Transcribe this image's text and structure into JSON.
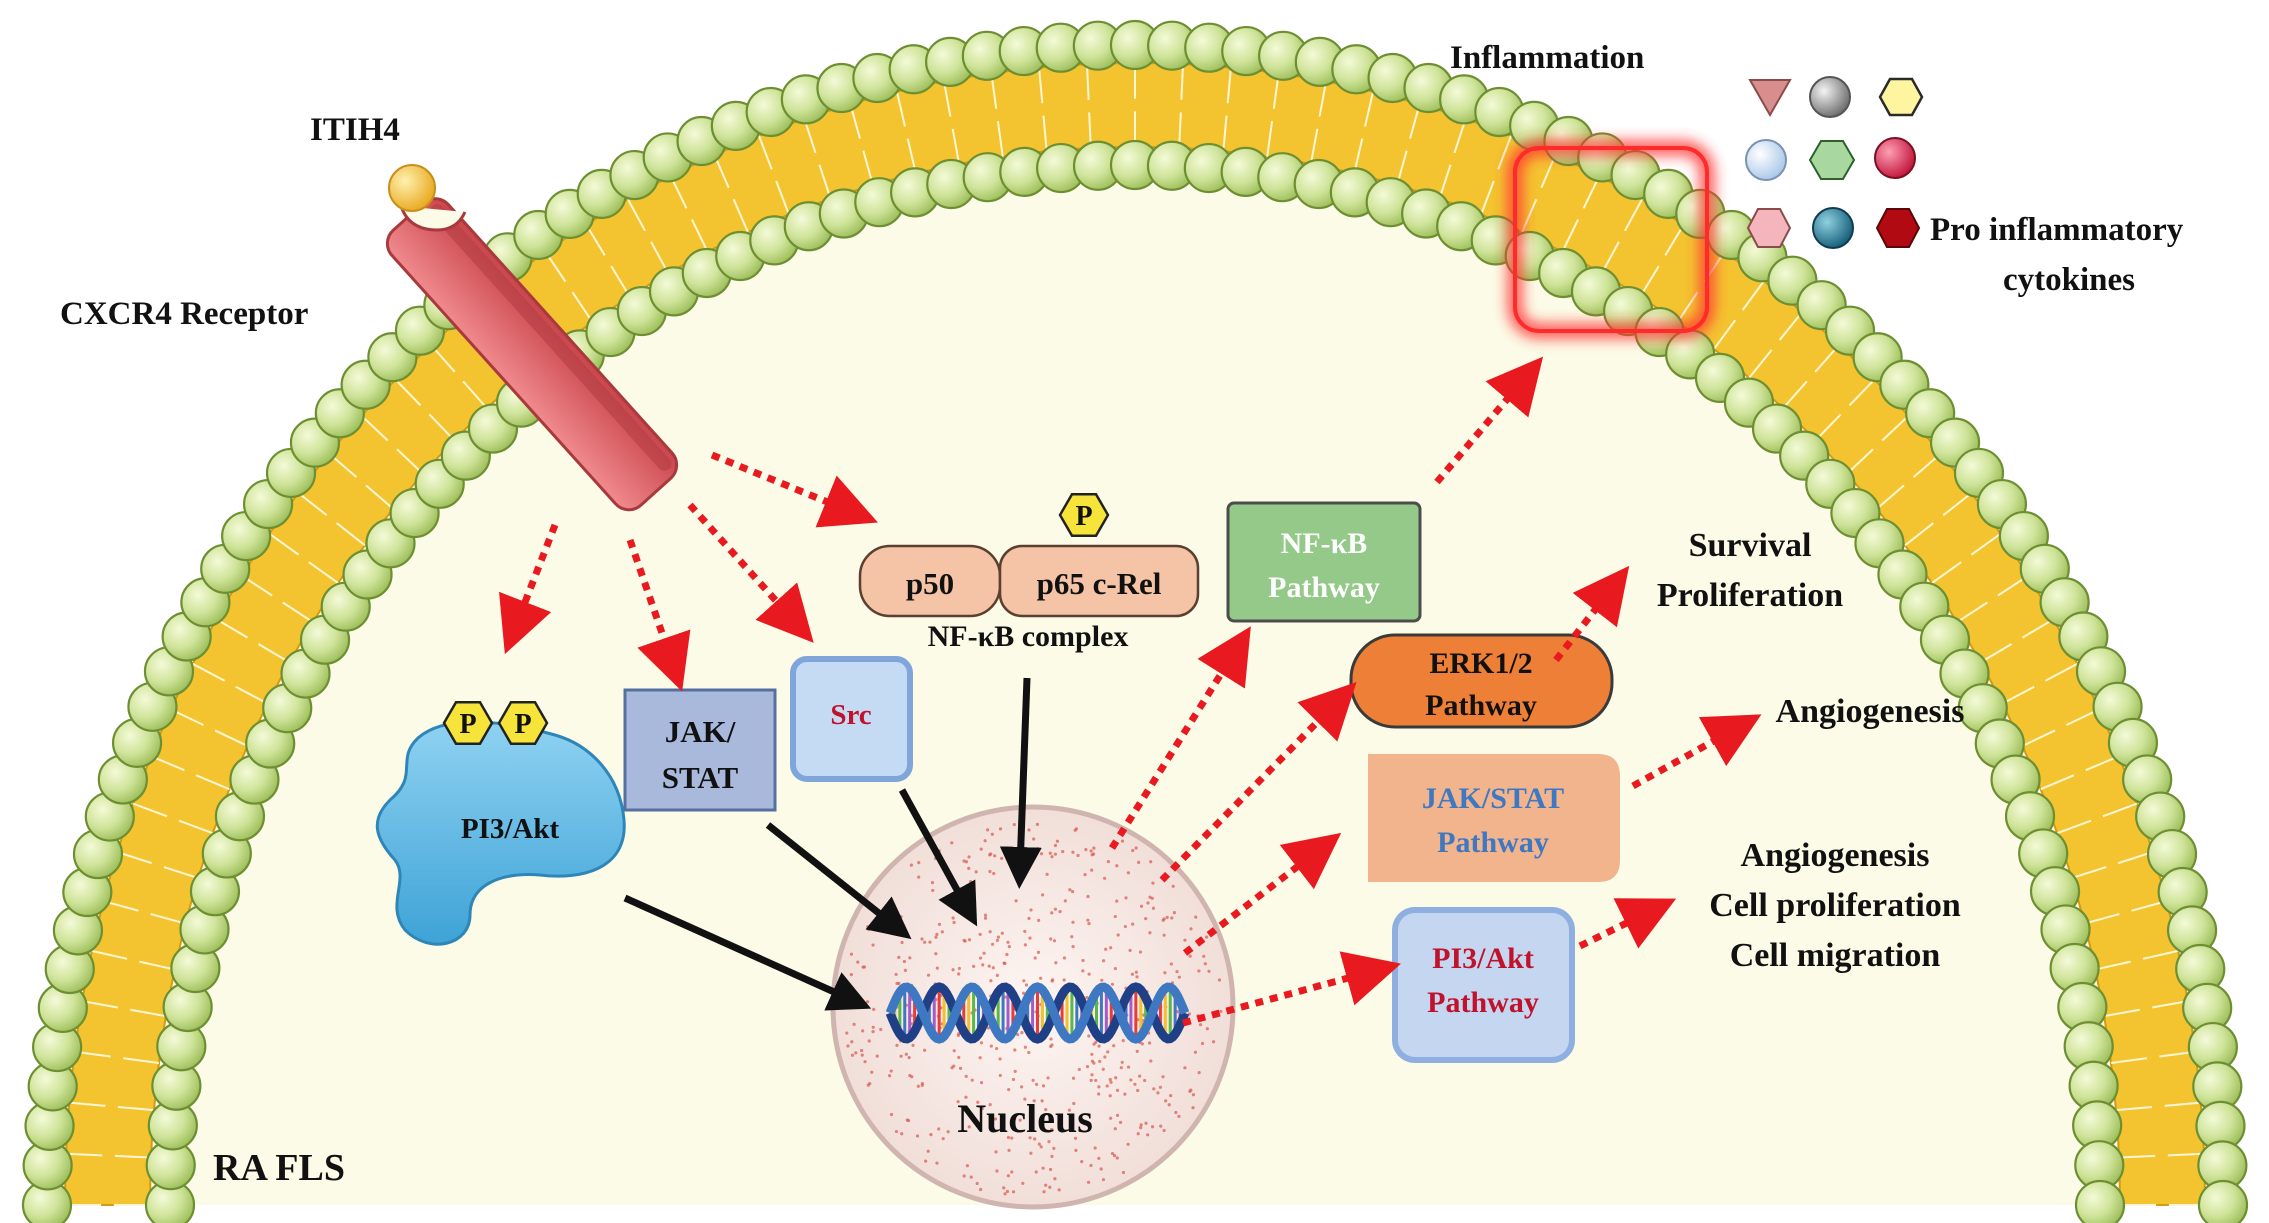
{
  "labels": {
    "ligand": "ITIH4",
    "receptor": "CXCR4 Receptor",
    "inflammation": "Inflammation",
    "cytokines_line1": "Pro inflammatory",
    "cytokines_line2": "cytokines",
    "cell_type": "RA FLS",
    "nucleus": "Nucleus",
    "phospho": "P"
  },
  "complex": {
    "p50": "p50",
    "p65": "p65 c-Rel",
    "caption": "NF-κB complex"
  },
  "kinases": {
    "pi3k": "PI3/Akt",
    "jak_line1": "JAK/",
    "jak_line2": "STAT",
    "src": "Src"
  },
  "pathways": {
    "nfkb_line1": "NF-κB",
    "nfkb_line2": "Pathway",
    "erk_line1": "ERK1/2",
    "erk_line2": "Pathway",
    "jakstat_line1": "JAK/STAT",
    "jakstat_line2": "Pathway",
    "pi3akt_line1": "PI3/Akt",
    "pi3akt_line2": "Pathway"
  },
  "outcomes": {
    "survival": "Survival",
    "proliferation": "Proliferation",
    "angiogenesis_1": "Angiogenesis",
    "angiogenesis_2": "Angiogenesis",
    "cell_proliferation": "Cell proliferation",
    "cell_migration": "Cell migration"
  },
  "colors": {
    "membrane": "#F4C430",
    "membrane_dark": "#D49A10",
    "lipid_head": "#CFE49A",
    "lipid_head_edge": "#6E8E32",
    "cytoplasm": "#FBFBE7",
    "receptor": "#E36A6E",
    "receptor_dark": "#B94044",
    "ligand": "#F3BE3A",
    "arrow_red": "#E8191F",
    "arrow_black": "#111111",
    "nfkb_box": "#94C98A",
    "erk_box": "#EE7F36",
    "jakstat_box": "#F2B48C",
    "pi3akt_box": "#C5D6F0",
    "src_box": "#C5DAF3",
    "jak_box": "#A9B9DC",
    "pi3k_shape": "#5AB8E6",
    "complex_box": "#F5C3A6",
    "phospho": "#F7E43A",
    "blue_text": "#3E78C2",
    "red_text": "#C0122A",
    "nucleus_fill": "#F6E8E4",
    "nucleus_edge": "#CFB4B0"
  },
  "cytokine_icons": [
    "triangle-icon",
    "gray-sphere-icon",
    "yellow-hexagon-icon",
    "light-blue-sphere-icon",
    "green-hexagon-icon",
    "red-sphere-icon",
    "pink-hexagon-icon",
    "teal-sphere-icon",
    "dark-red-hexagon-icon"
  ]
}
